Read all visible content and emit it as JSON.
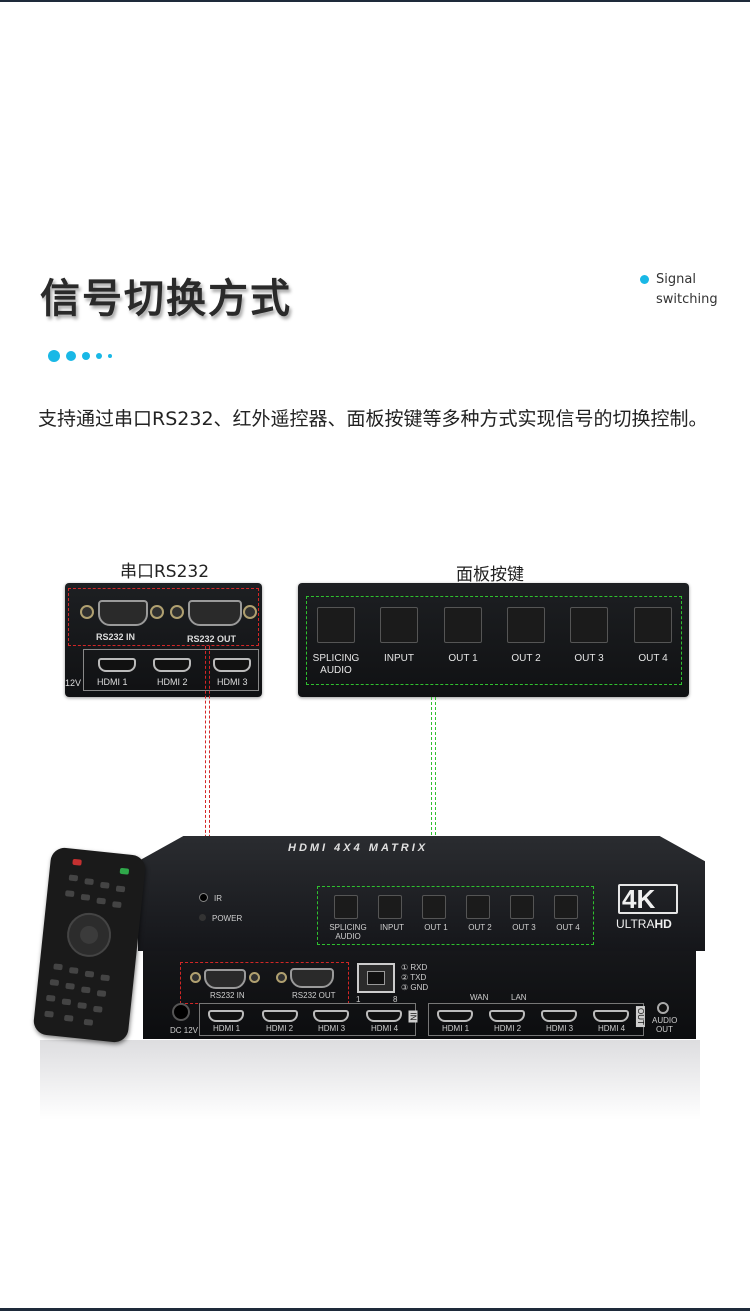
{
  "header": {
    "title": "信号切换方式",
    "en_line1": "Signal",
    "en_line2": "switching"
  },
  "description": "支持通过串口RS232、红外遥控器、面板按键等多种方式实现信号的切换控制。",
  "colors": {
    "accent": "#19b8e6",
    "red_dash": "#d32626",
    "green_dash": "#2fc12f",
    "device": "#15161a"
  },
  "rs232_panel": {
    "caption": "串口RS232",
    "rs232_in": "RS232 IN",
    "rs232_out": "RS232 OUT",
    "side_label": "12V",
    "hdmi": [
      "HDMI 1",
      "HDMI 2",
      "HDMI 3"
    ]
  },
  "key_panel": {
    "caption": "面板按键",
    "keys": [
      "SPLICING\nAUDIO",
      "INPUT",
      "OUT 1",
      "OUT 2",
      "OUT 3",
      "OUT 4"
    ]
  },
  "device": {
    "title": "HDMI 4X4 MATRIX",
    "ir": "IR",
    "power": "POWER",
    "keys": [
      "SPLICING\nAUDIO",
      "INPUT",
      "OUT 1",
      "OUT 2",
      "OUT 3",
      "OUT 4"
    ],
    "badge_big": "4K",
    "badge_small_a": "ULTRA",
    "badge_small_b": "HD",
    "rs232_in": "RS232 IN",
    "rs232_out": "RS232 OUT",
    "rj_labels": [
      "① RXD",
      "② TXD",
      "③ GND"
    ],
    "rj_num1": "1",
    "rj_num8": "8",
    "dc": "DC 12V",
    "wan": "WAN",
    "lan": "LAN",
    "in_hdmi": [
      "HDMI 1",
      "HDMI 2",
      "HDMI 3",
      "HDMI 4"
    ],
    "in_tag": "IN",
    "out_hdmi": [
      "HDMI 1",
      "HDMI 2",
      "HDMI 3",
      "HDMI 4"
    ],
    "out_tag": "OUT",
    "audio_a": "AUDIO",
    "audio_b": "OUT"
  }
}
